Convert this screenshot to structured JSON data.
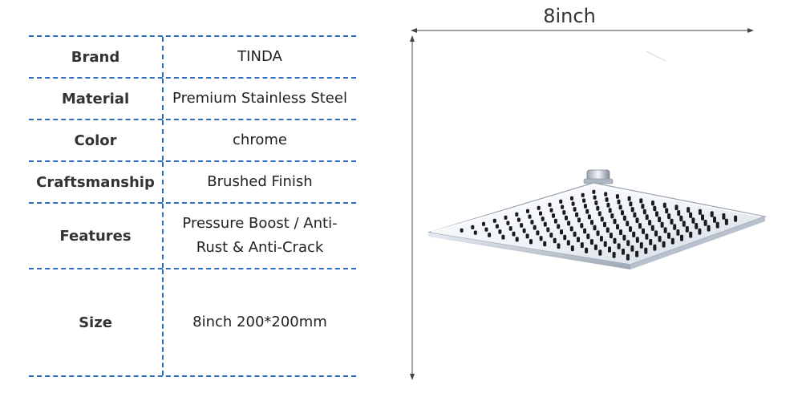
{
  "specs": [
    {
      "key": "Brand",
      "value": "TINDA"
    },
    {
      "key": "Material",
      "value": "Premium Stainless Steel"
    },
    {
      "key": "Color",
      "value": "chrome"
    },
    {
      "key": "Craftsmanship",
      "value": "Brushed Finish"
    },
    {
      "key": "Features",
      "value_line1": "Pressure Boost / Anti-",
      "value_line2": "Rust & Anti-Crack"
    },
    {
      "key": "Size",
      "value": "8inch 200*200mm"
    }
  ],
  "dimension": {
    "width_label": "8inch"
  },
  "colors": {
    "divider": "#2f6fbd",
    "chrome_light": "#f4f7fb",
    "chrome_edge": "#b9c2cf",
    "nozzle": "#1b1b1b"
  }
}
